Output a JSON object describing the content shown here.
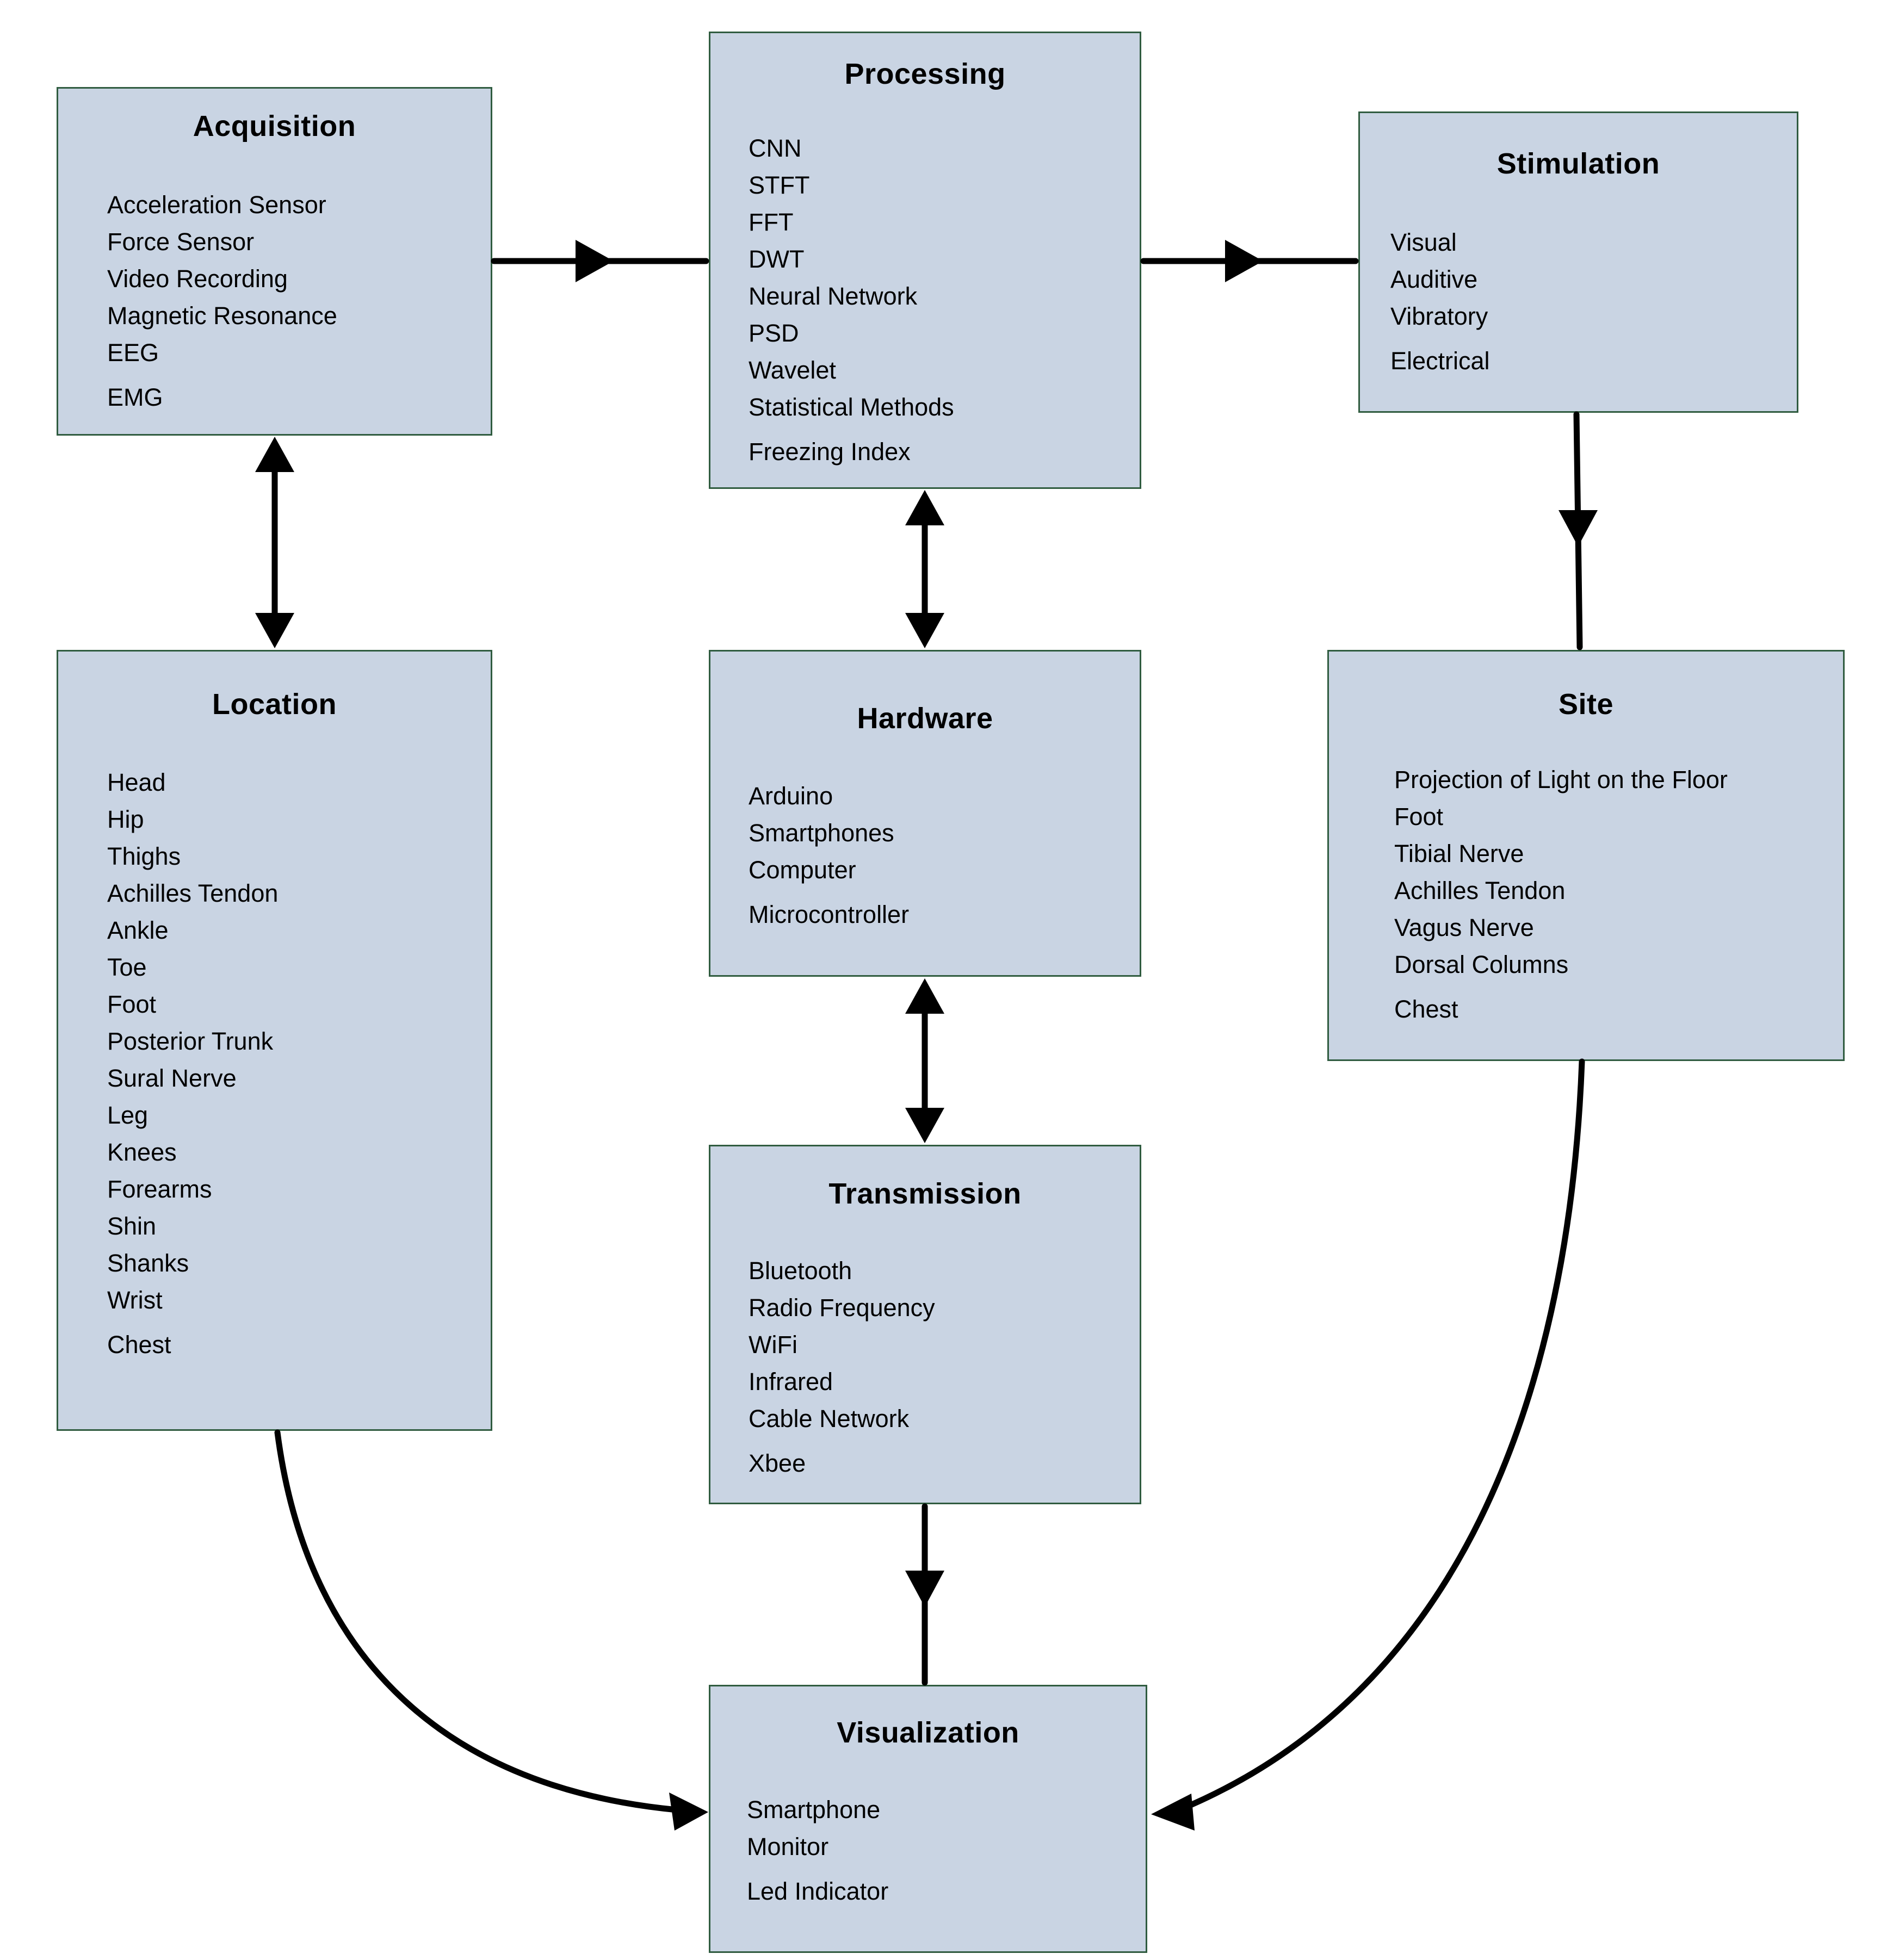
{
  "diagram_title": "",
  "colors": {
    "box_fill": "#c9d4e3",
    "box_border": "#305c40",
    "arrow": "#000000",
    "background": "#ffffff",
    "text": "#000000"
  },
  "boxes": {
    "acquisition": {
      "title": "Acquisition",
      "items": [
        "Acceleration Sensor",
        "Force Sensor",
        "Video Recording",
        "Magnetic Resonance",
        "EEG",
        "EMG"
      ]
    },
    "processing": {
      "title": "Processing",
      "items": [
        "CNN",
        "STFT",
        "FFT",
        "DWT",
        "Neural Network",
        "PSD",
        "Wavelet",
        "Statistical Methods",
        "Freezing Index"
      ]
    },
    "stimulation": {
      "title": "Stimulation",
      "items": [
        "Visual",
        "Auditive",
        "Vibratory",
        "Electrical"
      ]
    },
    "location": {
      "title": "Location",
      "items": [
        "Head",
        "Hip",
        "Thighs",
        "Achilles Tendon",
        "Ankle",
        "Toe",
        "Foot",
        "Posterior Trunk",
        "Sural Nerve",
        "Leg",
        "Knees",
        "Forearms",
        "Shin",
        "Shanks",
        "Wrist",
        "Chest"
      ]
    },
    "hardware": {
      "title": "Hardware",
      "items": [
        "Arduino",
        "Smartphones",
        "Computer",
        "Microcontroller"
      ]
    },
    "site": {
      "title": "Site",
      "items": [
        "Projection of Light on the Floor",
        "Foot",
        "Tibial Nerve",
        "Achilles Tendon",
        "Vagus Nerve",
        "Dorsal Columns",
        "Chest"
      ]
    },
    "transmission": {
      "title": "Transmission",
      "items": [
        "Bluetooth",
        "Radio Frequency",
        "WiFi",
        "Infrared",
        "Cable Network",
        "Xbee"
      ]
    },
    "visualization": {
      "title": "Visualization",
      "items": [
        "Smartphone",
        "Monitor",
        "Led Indicator"
      ]
    }
  },
  "edges": [
    {
      "from": "Acquisition",
      "to": "Processing",
      "direction": "one-way",
      "style": "straight"
    },
    {
      "from": "Processing",
      "to": "Stimulation",
      "direction": "one-way",
      "style": "straight"
    },
    {
      "from": "Acquisition",
      "to": "Location",
      "direction": "two-way",
      "style": "straight"
    },
    {
      "from": "Processing",
      "to": "Hardware",
      "direction": "two-way",
      "style": "straight"
    },
    {
      "from": "Stimulation",
      "to": "Site",
      "direction": "one-way",
      "style": "straight"
    },
    {
      "from": "Hardware",
      "to": "Transmission",
      "direction": "two-way",
      "style": "straight"
    },
    {
      "from": "Transmission",
      "to": "Visualization",
      "direction": "one-way",
      "style": "straight"
    },
    {
      "from": "Location",
      "to": "Visualization",
      "direction": "one-way",
      "style": "curved"
    },
    {
      "from": "Site",
      "to": "Visualization",
      "direction": "one-way",
      "style": "curved"
    }
  ]
}
